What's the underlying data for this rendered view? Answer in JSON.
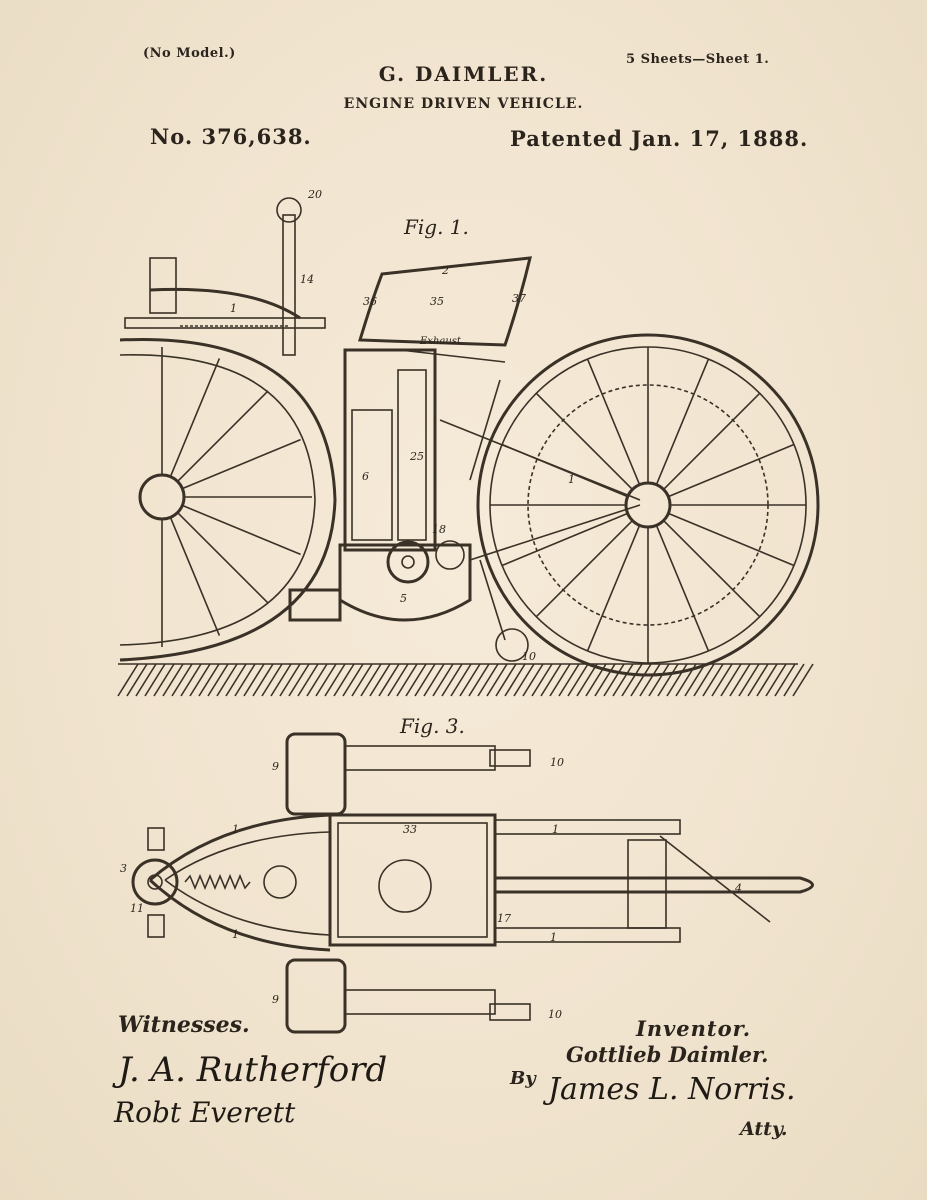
{
  "header": {
    "no_model": "(No Model.)",
    "sheets": "5 Sheets—Sheet 1.",
    "inventor_name": "G. DAIMLER.",
    "invention_title": "ENGINE DRIVEN VEHICLE.",
    "patent_number": "No. 376,638.",
    "patent_date": "Patented Jan. 17, 1888."
  },
  "figures": {
    "fig1_label": "Fig. 1.",
    "fig3_label": "Fig. 3.",
    "exhaust_label": "Exhaust"
  },
  "footer": {
    "witnesses_label": "Witnesses.",
    "witness_1": "J. A. Rutherford",
    "witness_2": "Robt Everett",
    "inventor_label": "Inventor.",
    "inventor_signature": "Gottlieb Daimler.",
    "by_label": "By",
    "attorney_signature": "James L. Norris.",
    "atty_label": "Atty."
  }
}
